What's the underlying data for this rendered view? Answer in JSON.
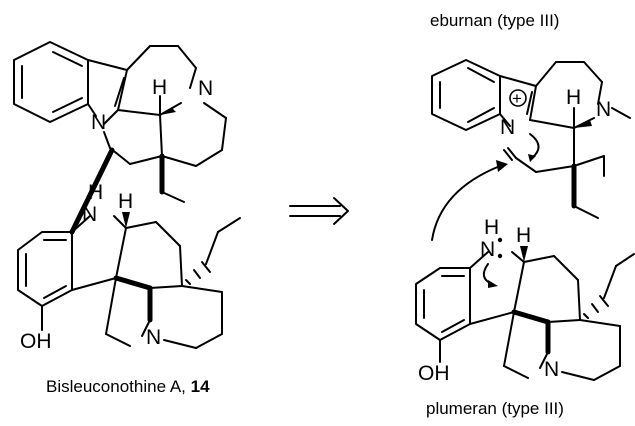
{
  "left_molecule": {
    "caption_text": "Bisleuconothine A, ",
    "caption_number": "14",
    "atoms": {
      "n_pyrido": "N",
      "n_indole": "N",
      "h_top": "H",
      "nh_n": "N",
      "nh_h": "H",
      "h_c": "H",
      "n_bottom": "N",
      "oh": "OH"
    }
  },
  "retro_arrow": {
    "symbol": "⟹"
  },
  "top_right_molecule": {
    "caption": "eburnan (type III)",
    "charge": "+",
    "atoms": {
      "n_plus": "N",
      "h_top": "H",
      "n_pyrido": "N"
    }
  },
  "bottom_right_molecule": {
    "caption": "plumeran (type III)",
    "atoms": {
      "nh_n": "N",
      "nh_h": "H",
      "h_c": "H",
      "n_bottom": "N",
      "oh": "OH"
    }
  }
}
